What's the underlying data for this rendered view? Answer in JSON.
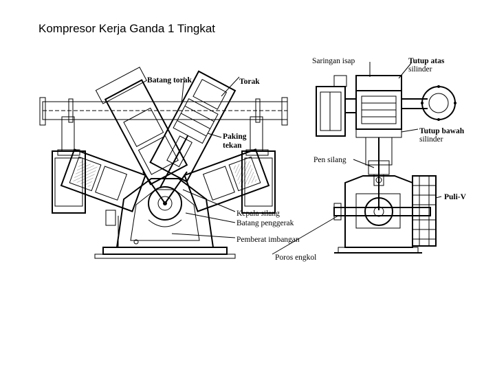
{
  "title": "Kompresor Kerja Ganda 1 Tingkat",
  "labels": {
    "batang_torak": "Batang torak",
    "torak": "Torak",
    "paking": "Paking",
    "tekan": "tekan",
    "saringan_isap": "Saringan isap",
    "tutup_atas": "Tutup atas",
    "tutup_atas_2": "silinder",
    "tutup_bawah": "Tutup bawah",
    "tutup_bawah_2": "silinder",
    "pen_silang": "Pen silang",
    "puli_v": "Puli-V",
    "kepala_silang": "Kepala silang",
    "batang_penggerak": "Batang penggerak",
    "pemberat_imbangan": "Pemberat imbangan",
    "poros_engkol": "Poros engkol"
  }
}
